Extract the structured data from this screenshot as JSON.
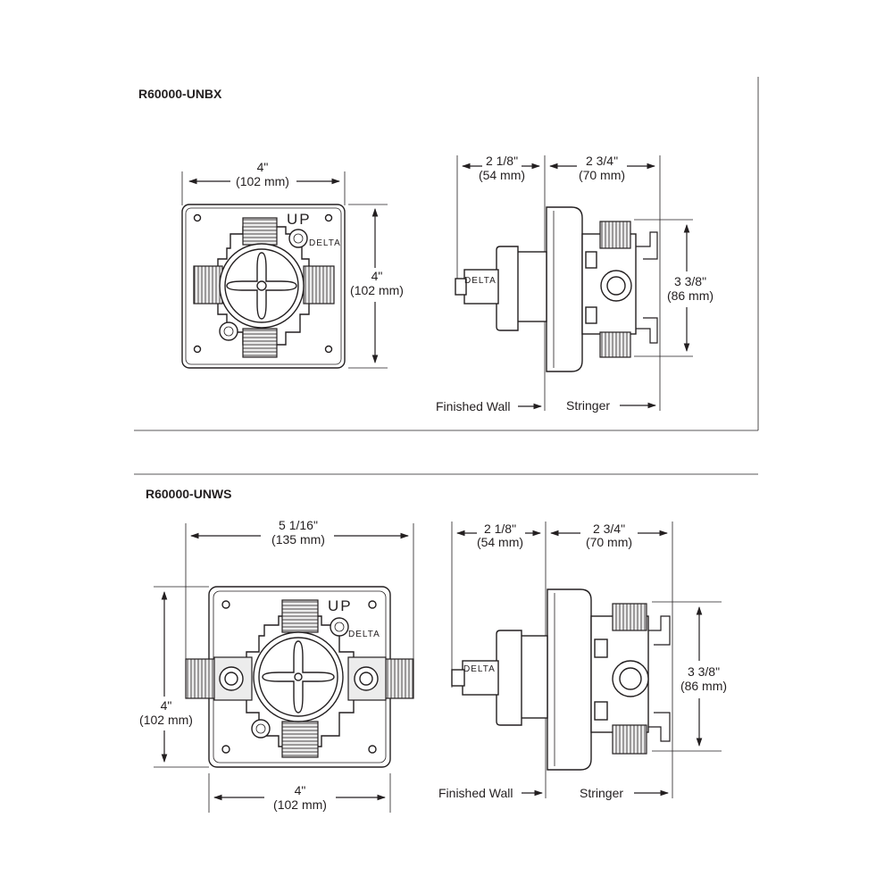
{
  "sections": [
    {
      "model": "R60000-UNBX",
      "front_view": {
        "width_label": "4\"",
        "width_mm": "(102 mm)",
        "height_label": "4\"",
        "height_mm": "(102 mm)",
        "marking_up": "UP",
        "marking_brand": "DELTA"
      },
      "side_view": {
        "depth_front_label": "2 1/8\"",
        "depth_front_mm": "(54 mm)",
        "depth_back_label": "2 3/4\"",
        "depth_back_mm": "(70 mm)",
        "height_label": "3 3/8\"",
        "height_mm": "(86 mm)",
        "marking_brand": "DELTA",
        "finished_wall_label": "Finished Wall",
        "stringer_label": "Stringer"
      }
    },
    {
      "model": "R60000-UNWS",
      "front_view": {
        "width_label": "5 1/16\"",
        "width_mm": "(135 mm)",
        "height_label": "4\"",
        "height_mm": "(102 mm)",
        "bottom_width_label": "4\"",
        "bottom_width_mm": "(102 mm)",
        "marking_up": "UP",
        "marking_brand": "DELTA"
      },
      "side_view": {
        "depth_front_label": "2 1/8\"",
        "depth_front_mm": "(54 mm)",
        "depth_back_label": "2 3/4\"",
        "depth_back_mm": "(70 mm)",
        "height_label": "3 3/8\"",
        "height_mm": "(86 mm)",
        "marking_brand": "DELTA",
        "finished_wall_label": "Finished Wall",
        "stringer_label": "Stringer"
      }
    }
  ],
  "colors": {
    "ink": "#231f20",
    "fill": "#ececec",
    "background": "#ffffff"
  }
}
